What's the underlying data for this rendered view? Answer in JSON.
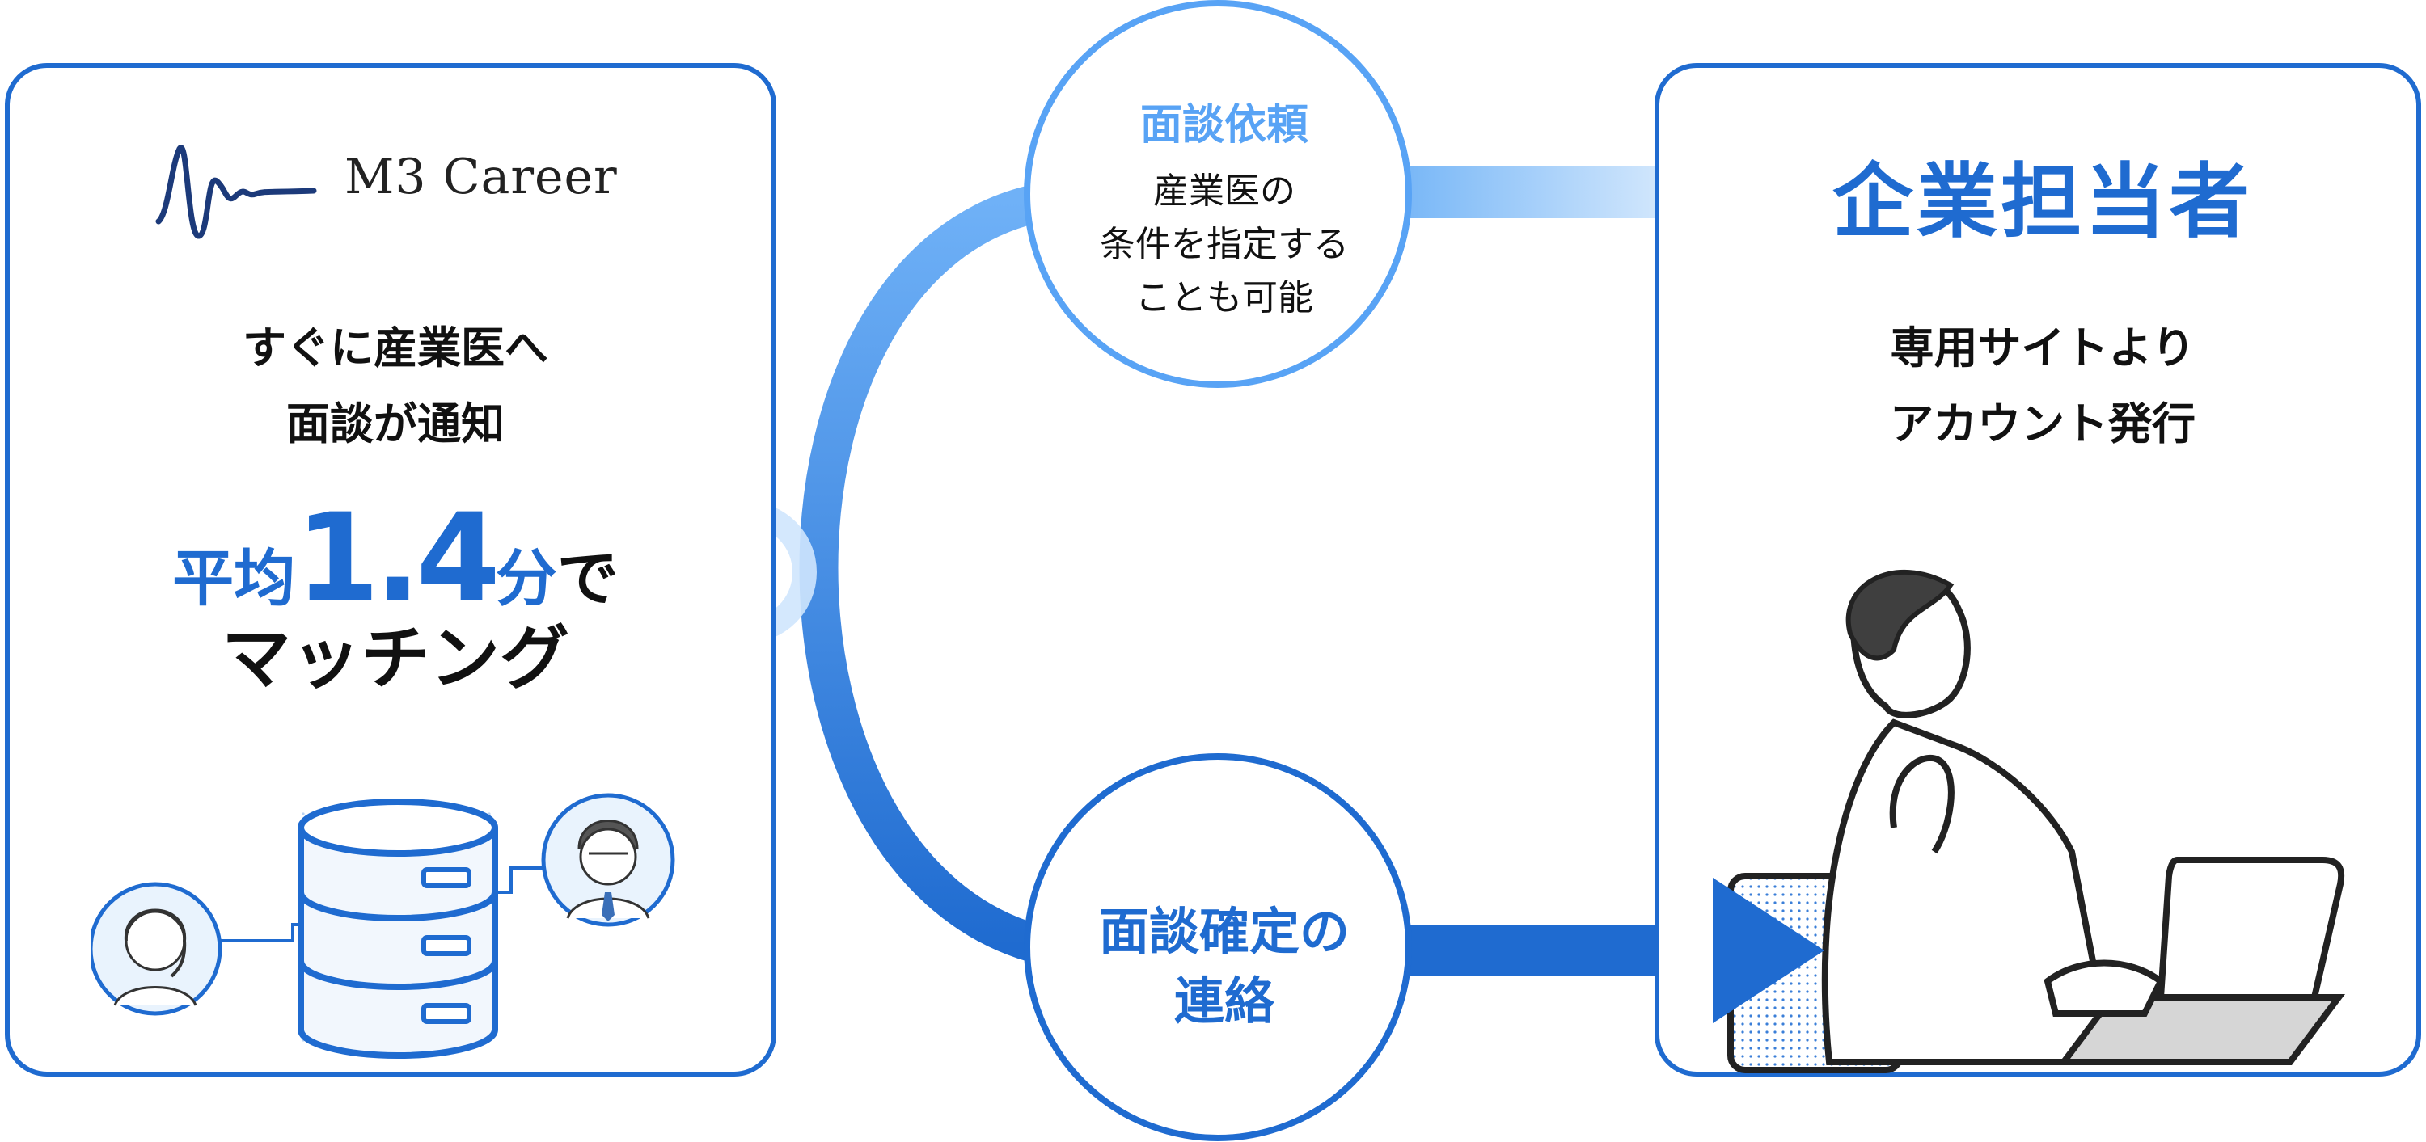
{
  "left_panel": {
    "logo_text": "M3 Career",
    "headline_line1": "すぐに産業医へ",
    "headline_line2": "面談が通知",
    "stat_prefix": "平均",
    "stat_value": "1.4",
    "stat_unit": "分",
    "stat_suffix": "で",
    "stat_line2": "マッチング"
  },
  "request_circle": {
    "title": "面談依頼",
    "line1": "産業医の",
    "line2": "条件を指定する",
    "line3": "ことも可能"
  },
  "confirm_circle": {
    "line1": "面談確定の",
    "line2": "連絡"
  },
  "right_panel": {
    "title": "企業担当者",
    "sub_line1": "専用サイトより",
    "sub_line2": "アカウント発行"
  },
  "icons": {
    "logo": "m3-wave-logo-icon",
    "database": "database-icon",
    "female_doctor": "female-doctor-avatar-icon",
    "male_doctor": "male-doctor-avatar-icon",
    "person": "person-at-laptop-icon"
  },
  "colors": {
    "primary_blue": "#1f6bd0",
    "light_blue": "#58a3f5",
    "text_dark": "#111111",
    "panel_border": "#1f6bd0"
  }
}
